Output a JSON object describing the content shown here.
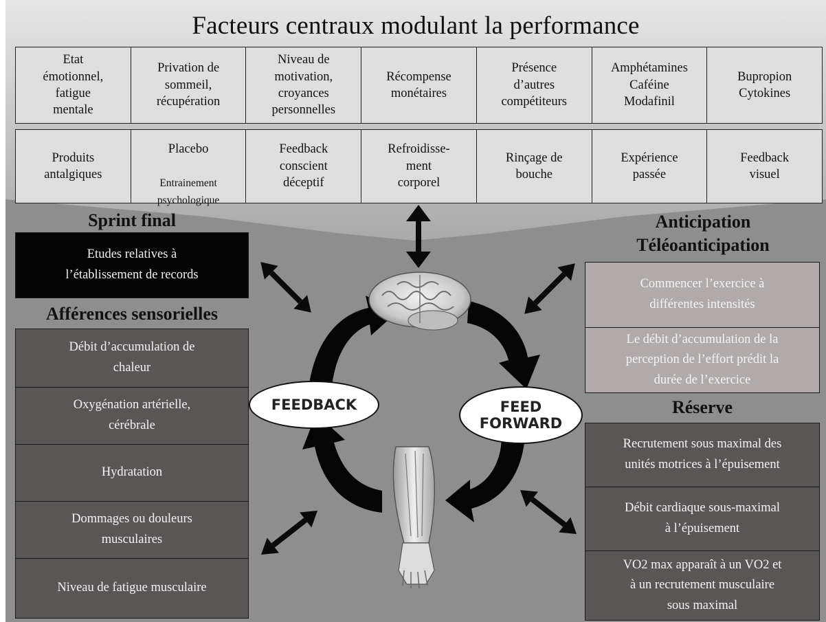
{
  "title": "Facteurs centraux modulant la performance",
  "row1": [
    {
      "text": "Etat\némotionnel,\nfatigue\nmentale"
    },
    {
      "text": "Privation de\nsommeil,\nrécupération"
    },
    {
      "text": "Niveau de\nmotivation,\ncroyances\npersonnelles"
    },
    {
      "text": "Récompense\nmonétaires"
    },
    {
      "text": "Présence\nd’autres\ncompétiteurs"
    },
    {
      "text": "Amphétamines\nCaféine\nModafinil"
    },
    {
      "text": "Bupropion\nCytokines"
    }
  ],
  "row2": [
    {
      "text": "Produits\nantalgiques"
    },
    {
      "text_main": "Placebo",
      "text_small": "Entrainement\npsychologique"
    },
    {
      "text": "Feedback\nconscient\ndéceptif"
    },
    {
      "text": "Refroidisse-\nment\ncorporel"
    },
    {
      "text": "Rinçage de\nbouche"
    },
    {
      "text": "Expérience\npassée"
    },
    {
      "text": "Feedback\nvisuel"
    }
  ],
  "left": {
    "sprint_heading": "Sprint final",
    "sprint_box": "Etudes relatives à\nl’établissement de records",
    "afferences_heading": "Afférences sensorielles",
    "afferences_items": [
      "Débit d’accumulation de\nchaleur",
      "Oxygénation artérielle,\ncérébrale",
      "Hydratation",
      "Dommages ou douleurs\nmusculaires",
      "Niveau de fatigue musculaire"
    ]
  },
  "right": {
    "anticipation_heading": "Anticipation\nTéléoanticipation",
    "anticipation_items": [
      "Commencer l’exercice à\ndifférentes intensités",
      "Le débit d’accumulation de la\nperception de l’effort prédit la\ndurée de l’exercice"
    ],
    "reserve_heading": "Réserve",
    "reserve_items": [
      "Recrutement sous maximal des\nunités motrices à l’épuisement",
      "Débit cardiaque sous-maximal\nà l’épuisement",
      "VO2 max apparaît à un VO2 et\nà un recrutement musculaire\nsous maximal"
    ]
  },
  "center": {
    "feedback_label": "FEEDBACK",
    "feedforward_label": "FEED\nFORWARD"
  },
  "colors": {
    "background": "#8e8e8e",
    "cell_fill": "#dedede",
    "dark_box": "#5b5656",
    "light_box": "#b0aaaa",
    "black_box": "#040404"
  }
}
